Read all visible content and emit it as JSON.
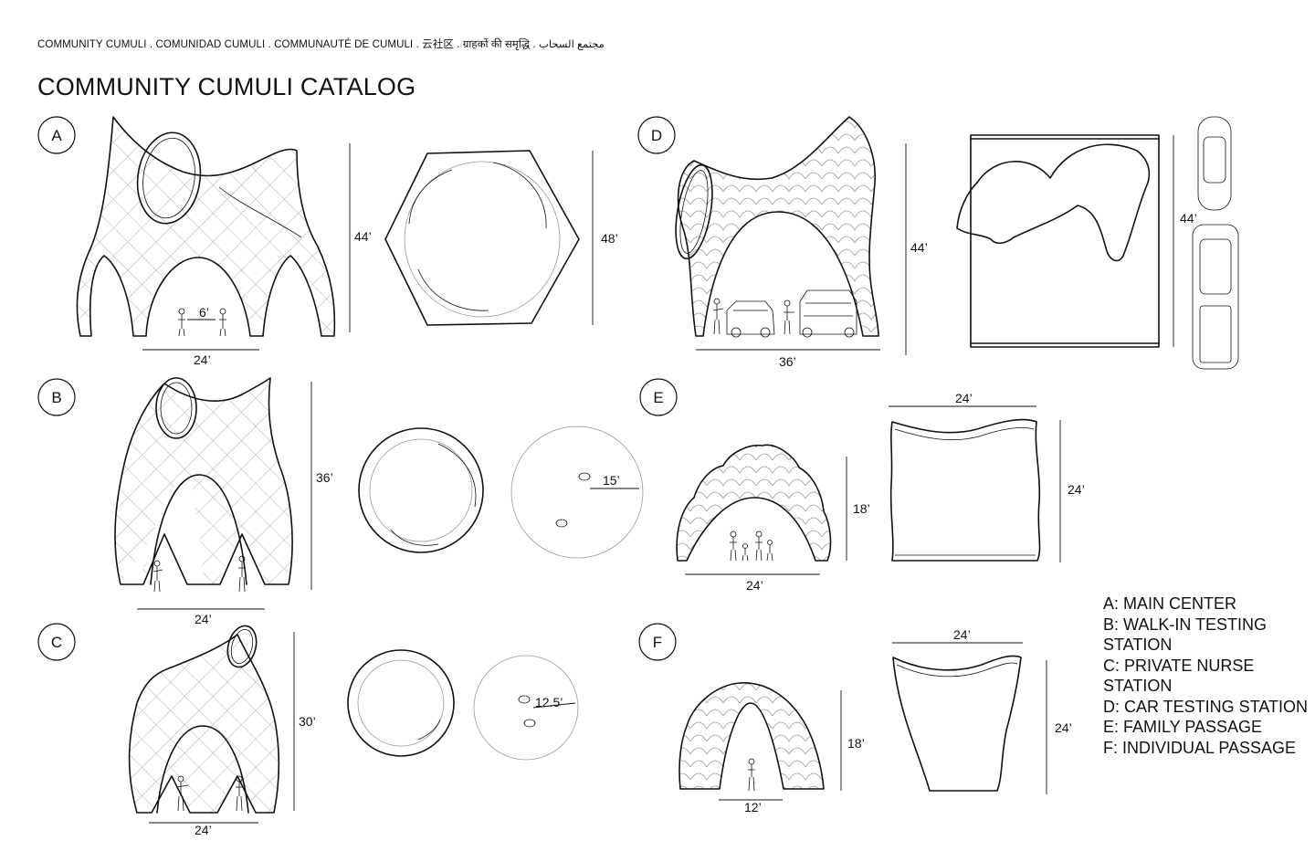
{
  "header": {
    "tagline": "COMMUNITY CUMULI . COMUNIDAD CUMULI . COMMUNAUTÉ DE CUMULI . 云社区 . ग्राहकों की समृद्धि . مجتمع السحاب",
    "title": "COMMUNITY CUMULI CATALOG"
  },
  "sections": {
    "A": {
      "letter": "A",
      "height": "44’",
      "plan": "48’",
      "width": "24’",
      "gap": "6’"
    },
    "B": {
      "letter": "B",
      "height": "36’",
      "width": "24’",
      "radius": "15’"
    },
    "C": {
      "letter": "C",
      "height": "30’",
      "width": "24’",
      "radius": "12.5’"
    },
    "D": {
      "letter": "D",
      "height": "44’",
      "width": "36’",
      "plan": "44’"
    },
    "E": {
      "letter": "E",
      "height": "18’",
      "width": "24’",
      "plan_w": "24’",
      "plan_h": "24’"
    },
    "F": {
      "letter": "F",
      "height": "18’",
      "width": "12’",
      "plan_w": "24’",
      "plan_h": "24’"
    }
  },
  "legend": [
    "A: MAIN CENTER",
    "B: WALK-IN TESTING STATION",
    "C: PRIVATE NURSE STATION",
    "D: CAR TESTING STATION",
    "E: FAMILY PASSAGE",
    "F: INDIVIDUAL PASSAGE"
  ]
}
